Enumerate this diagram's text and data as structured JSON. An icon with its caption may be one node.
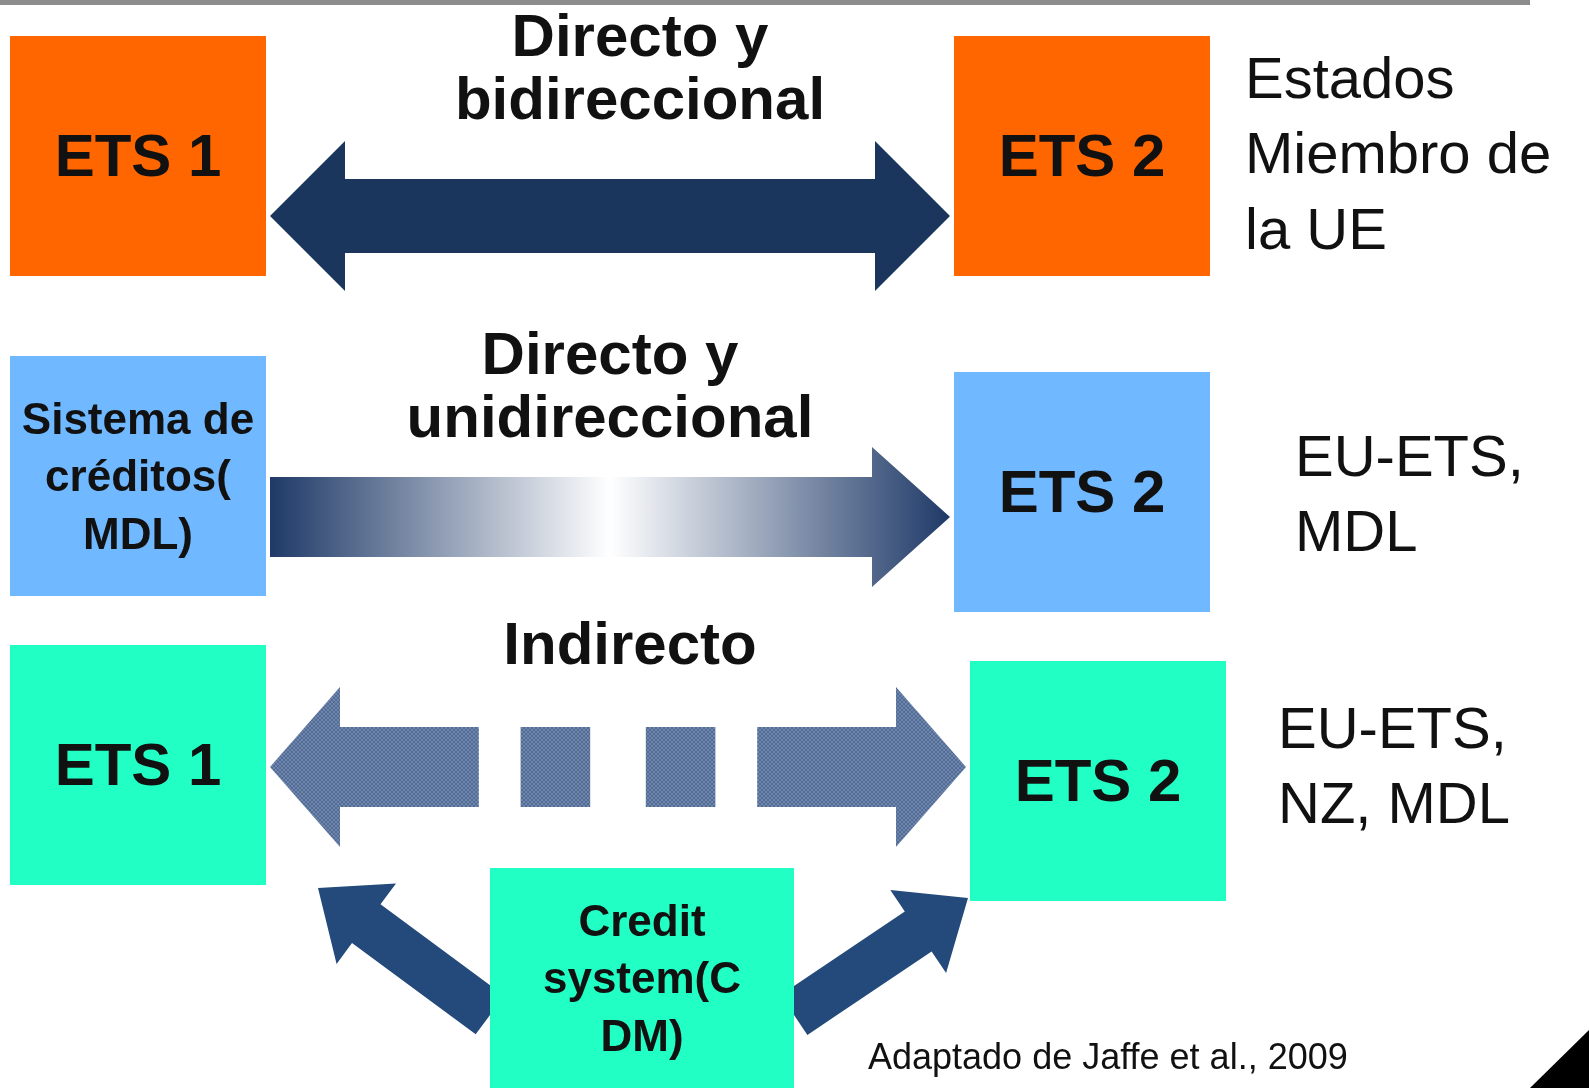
{
  "diagram": {
    "nodes": [
      {
        "text": [
          "ETS 1"
        ]
      },
      {
        "text": [
          "ETS 2"
        ],
        "beside": [
          "Estados Miembro de la UE"
        ]
      },
      {
        "text": [
          "Sistema de créditos( MDL)"
        ]
      },
      {
        "text": [
          "ETS 2"
        ],
        "beside": [
          "EU-ETS, MDL"
        ]
      },
      {
        "text": [
          "ETS 1"
        ]
      },
      {
        "text": [
          "ETS 2"
        ],
        "beside": [
          "EU-ETS, NZ, MDL"
        ]
      },
      {
        "text": [
          "Credit system(C DM)"
        ]
      }
    ],
    "edges": [
      {
        "from": 0,
        "to": 1,
        "arrow": "both",
        "label": "Directo y bidireccional",
        "color": "#1a365d"
      },
      {
        "from": 2,
        "to": 3,
        "arrow": "to",
        "label": "Directo y unidireccional",
        "color": "#1f3a68"
      },
      {
        "from": 4,
        "to": 5,
        "arrow": "both",
        "label": "Indirecto",
        "style": "dashed",
        "color": "#6f86ab"
      },
      {
        "from": 6,
        "to": 4,
        "arrow": "to",
        "color": "#234a7a"
      },
      {
        "from": 6,
        "to": 5,
        "arrow": "to",
        "color": "#234a7a"
      }
    ],
    "labels": [
      "Adaptado de Jaffe et al., 2009"
    ]
  }
}
